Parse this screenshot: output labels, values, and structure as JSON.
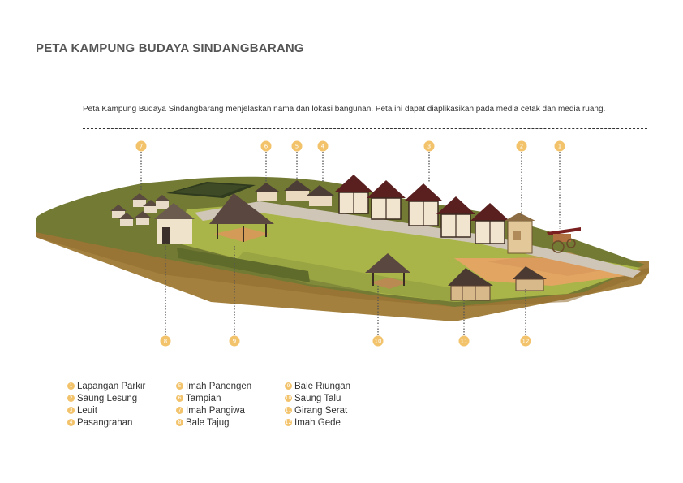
{
  "title": "PETA KAMPUNG BUDAYA SINDANGBARANG",
  "description": "Peta Kampung Budaya Sindangbarang menjelaskan nama dan lokasi bangunan. Peta ini dapat diaplikasikan pada media cetak dan media ruang.",
  "colors": {
    "marker": "#f2c36b",
    "grass": "#a9b548",
    "grass_dark": "#737a33",
    "earth_side": "#a3803d",
    "path": "#cfc6b8",
    "roof": "#5a2a24",
    "wall": "#f1e6d3"
  },
  "markers": [
    {
      "num": "1",
      "label": "Lapangan Parkir"
    },
    {
      "num": "2",
      "label": "Saung Lesung"
    },
    {
      "num": "3",
      "label": "Leuit"
    },
    {
      "num": "4",
      "label": "Pasangrahan"
    },
    {
      "num": "5",
      "label": "Imah Panengen"
    },
    {
      "num": "6",
      "label": "Tampian"
    },
    {
      "num": "7",
      "label": "Imah Pangiwa"
    },
    {
      "num": "8",
      "label": "Bale Tajug"
    },
    {
      "num": "9",
      "label": "Bale Riungan"
    },
    {
      "num": "10",
      "label": "Saung Talu"
    },
    {
      "num": "11",
      "label": "Girang Serat"
    },
    {
      "num": "12",
      "label": "Imah Gede"
    }
  ]
}
